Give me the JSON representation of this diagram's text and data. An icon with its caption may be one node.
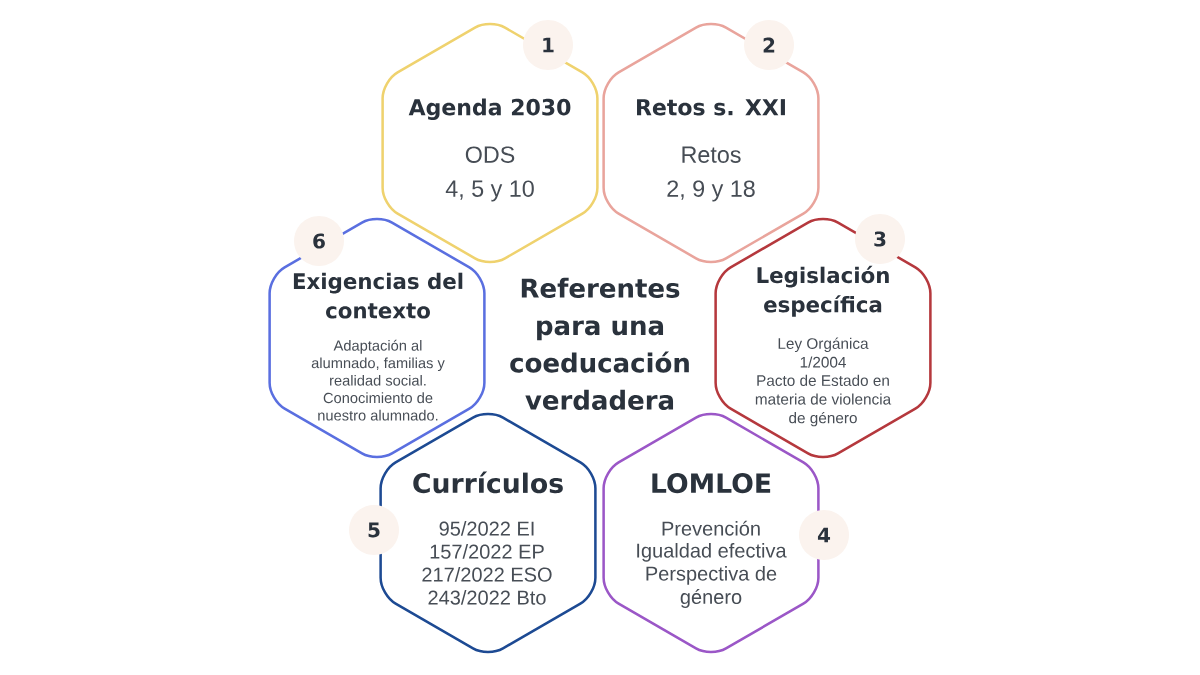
{
  "diagram": {
    "title": "Referentes para una coeducación verdadera",
    "nodes": [
      {
        "text": [
          "Agenda 2030",
          "ODS 4, 5 y 10"
        ],
        "beside": [
          "1"
        ]
      },
      {
        "text": [
          "Retos s. XXI",
          "Retos 2, 9 y 18"
        ],
        "beside": [
          "2"
        ]
      },
      {
        "text": [
          "Exigencias del contexto",
          "Adaptación al alumnado, familias y realidad social. Conocimiento de nuestro alumnado."
        ],
        "beside": [
          "6"
        ]
      },
      {
        "text": [
          "Legislación específica",
          "Ley Orgánica 1/2004",
          "Pacto de Estado en materia de violencia de género"
        ],
        "beside": [
          "3"
        ]
      },
      {
        "text": [
          "Currículos",
          "95/2022 EI",
          "157/2022 EP",
          "217/2022 ESO",
          "243/2022 Bto"
        ],
        "beside": [
          "5"
        ]
      },
      {
        "text": [
          "LOMLOE",
          "Prevención",
          "Igualdad efectiva",
          "Perspectiva de género"
        ],
        "beside": [
          "4"
        ]
      }
    ]
  }
}
